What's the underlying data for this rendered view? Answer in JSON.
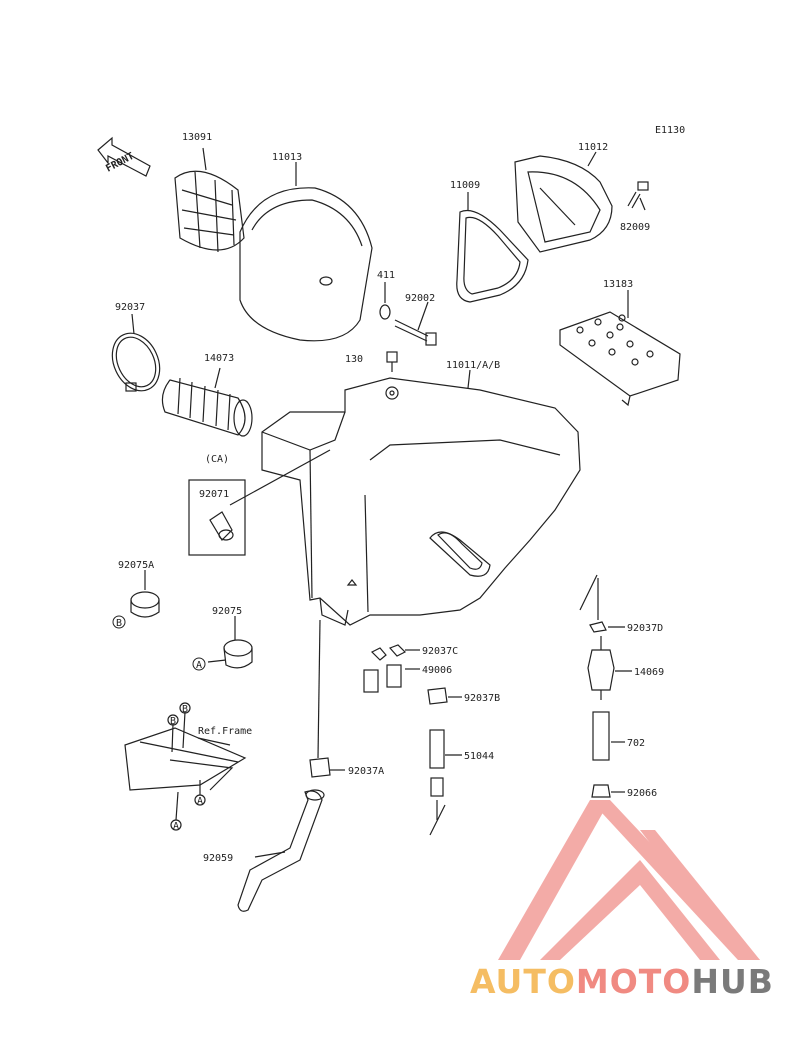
{
  "diagram": {
    "code": "E1130",
    "front": "FRONT",
    "frame_ref": "Ref.Frame",
    "ca_label": "(CA)",
    "parts": {
      "p13091": "13091",
      "p11013": "11013",
      "p11012": "11012",
      "p11009": "11009",
      "p82009": "82009",
      "p411": "411",
      "p92002": "92002",
      "p13183": "13183",
      "p92037": "92037",
      "p14073": "14073",
      "p130": "130",
      "p11011": "11011/A/B",
      "p92071": "92071",
      "p92075A": "92075A",
      "p92075": "92075",
      "p92037C": "92037C",
      "p49006": "49006",
      "p92037B": "92037B",
      "p92037D": "92037D",
      "p14069": "14069",
      "p702": "702",
      "p92066": "92066",
      "p51044": "51044",
      "p92037A": "92037A",
      "p92059": "92059"
    },
    "markers": {
      "a": "A",
      "b": "B"
    }
  },
  "watermark": {
    "part1": "AUTO",
    "part2": "MOTO",
    "part3": "HUB",
    "colors": {
      "yellow": "#f5bd63",
      "red": "#f08a82",
      "grey": "#7a7a7a"
    }
  }
}
